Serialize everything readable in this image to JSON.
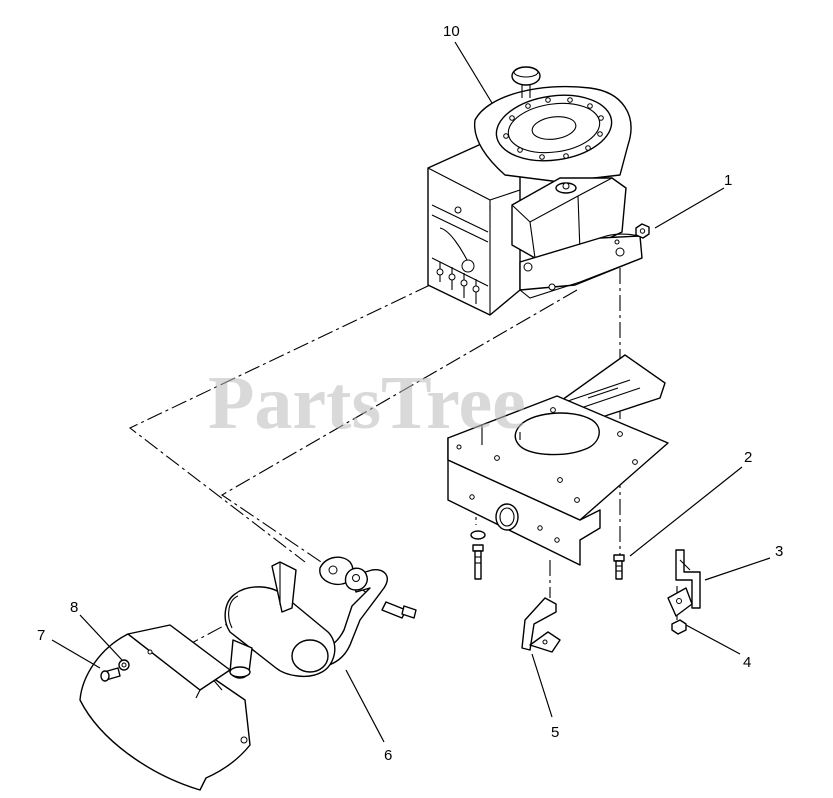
{
  "watermark": "PartsTree",
  "callouts": [
    {
      "id": "10",
      "label": "10"
    },
    {
      "id": "1",
      "label": "1"
    },
    {
      "id": "2",
      "label": "2"
    },
    {
      "id": "3",
      "label": "3"
    },
    {
      "id": "4",
      "label": "4"
    },
    {
      "id": "5",
      "label": "5"
    },
    {
      "id": "6",
      "label": "6"
    },
    {
      "id": "7",
      "label": "7"
    },
    {
      "id": "8",
      "label": "8"
    }
  ]
}
